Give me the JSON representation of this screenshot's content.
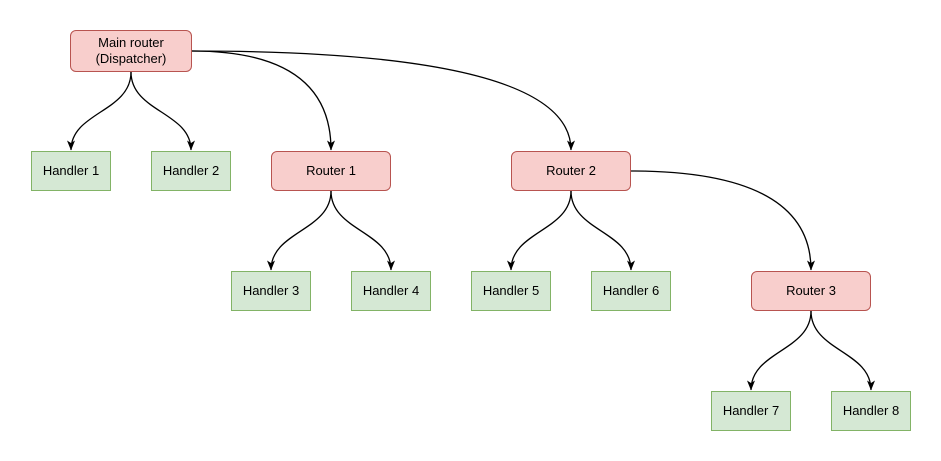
{
  "diagram": {
    "kind": "tree-flowchart",
    "nodes": [
      {
        "id": "main-router",
        "label": "Main router\n(Dispatcher)",
        "type": "router"
      },
      {
        "id": "handler-1",
        "label": "Handler 1",
        "type": "handler"
      },
      {
        "id": "handler-2",
        "label": "Handler 2",
        "type": "handler"
      },
      {
        "id": "router-1",
        "label": "Router 1",
        "type": "router"
      },
      {
        "id": "router-2",
        "label": "Router 2",
        "type": "router"
      },
      {
        "id": "handler-3",
        "label": "Handler 3",
        "type": "handler"
      },
      {
        "id": "handler-4",
        "label": "Handler 4",
        "type": "handler"
      },
      {
        "id": "handler-5",
        "label": "Handler 5",
        "type": "handler"
      },
      {
        "id": "handler-6",
        "label": "Handler 6",
        "type": "handler"
      },
      {
        "id": "router-3",
        "label": "Router 3",
        "type": "router"
      },
      {
        "id": "handler-7",
        "label": "Handler 7",
        "type": "handler"
      },
      {
        "id": "handler-8",
        "label": "Handler 8",
        "type": "handler"
      }
    ],
    "edges": [
      {
        "from": "main-router",
        "to": "handler-1"
      },
      {
        "from": "main-router",
        "to": "handler-2"
      },
      {
        "from": "main-router",
        "to": "router-1"
      },
      {
        "from": "main-router",
        "to": "router-2"
      },
      {
        "from": "router-1",
        "to": "handler-3"
      },
      {
        "from": "router-1",
        "to": "handler-4"
      },
      {
        "from": "router-2",
        "to": "handler-5"
      },
      {
        "from": "router-2",
        "to": "handler-6"
      },
      {
        "from": "router-2",
        "to": "router-3"
      },
      {
        "from": "router-3",
        "to": "handler-7"
      },
      {
        "from": "router-3",
        "to": "handler-8"
      }
    ],
    "colors": {
      "canvas_bg": "#ffffff",
      "router_fill": "#f8cecc",
      "router_stroke": "#b85450",
      "handler_fill": "#d5e8d4",
      "handler_stroke": "#82b366",
      "edge_stroke": "#000000",
      "text": "#000000"
    }
  }
}
